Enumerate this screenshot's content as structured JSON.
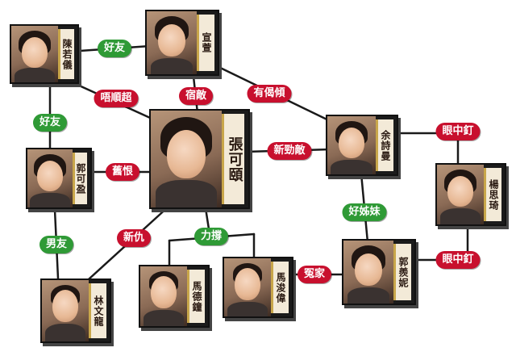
{
  "colors": {
    "line": "#1a1a1a",
    "hostile": "#c8102e",
    "friendly": "#2f9a36",
    "plate": "#f3ead8",
    "plate_accent": "#c8a64a"
  },
  "people": {
    "chen": "陳若儀",
    "xuan": "宣萱",
    "zhang": "張可頤",
    "yu": "余詩曼",
    "guo_ke": "郭可盈",
    "yang": "楊思琦",
    "lin": "林文龍",
    "ma_de": "馬德鐘",
    "ma_jun": "馬浚偉",
    "guo_xian": "郭羨妮"
  },
  "relations": {
    "chen_xuan": "好友",
    "chen_guo": "好友",
    "chen_zhang": "唔順超",
    "xuan_zhang": "宿敵",
    "xuan_yu": "有偈傾",
    "guo_zhang": "舊恨",
    "zhang_yu": "新勁敵",
    "yu_yang": "眼中釘",
    "yu_guo_xian": "好姊妹",
    "guo_lin": "男友",
    "zhang_lin": "新仇",
    "zhang_ma": "力撐",
    "ma_jun_guo_xian": "冤家",
    "guo_xian_yang": "眼中釘"
  }
}
